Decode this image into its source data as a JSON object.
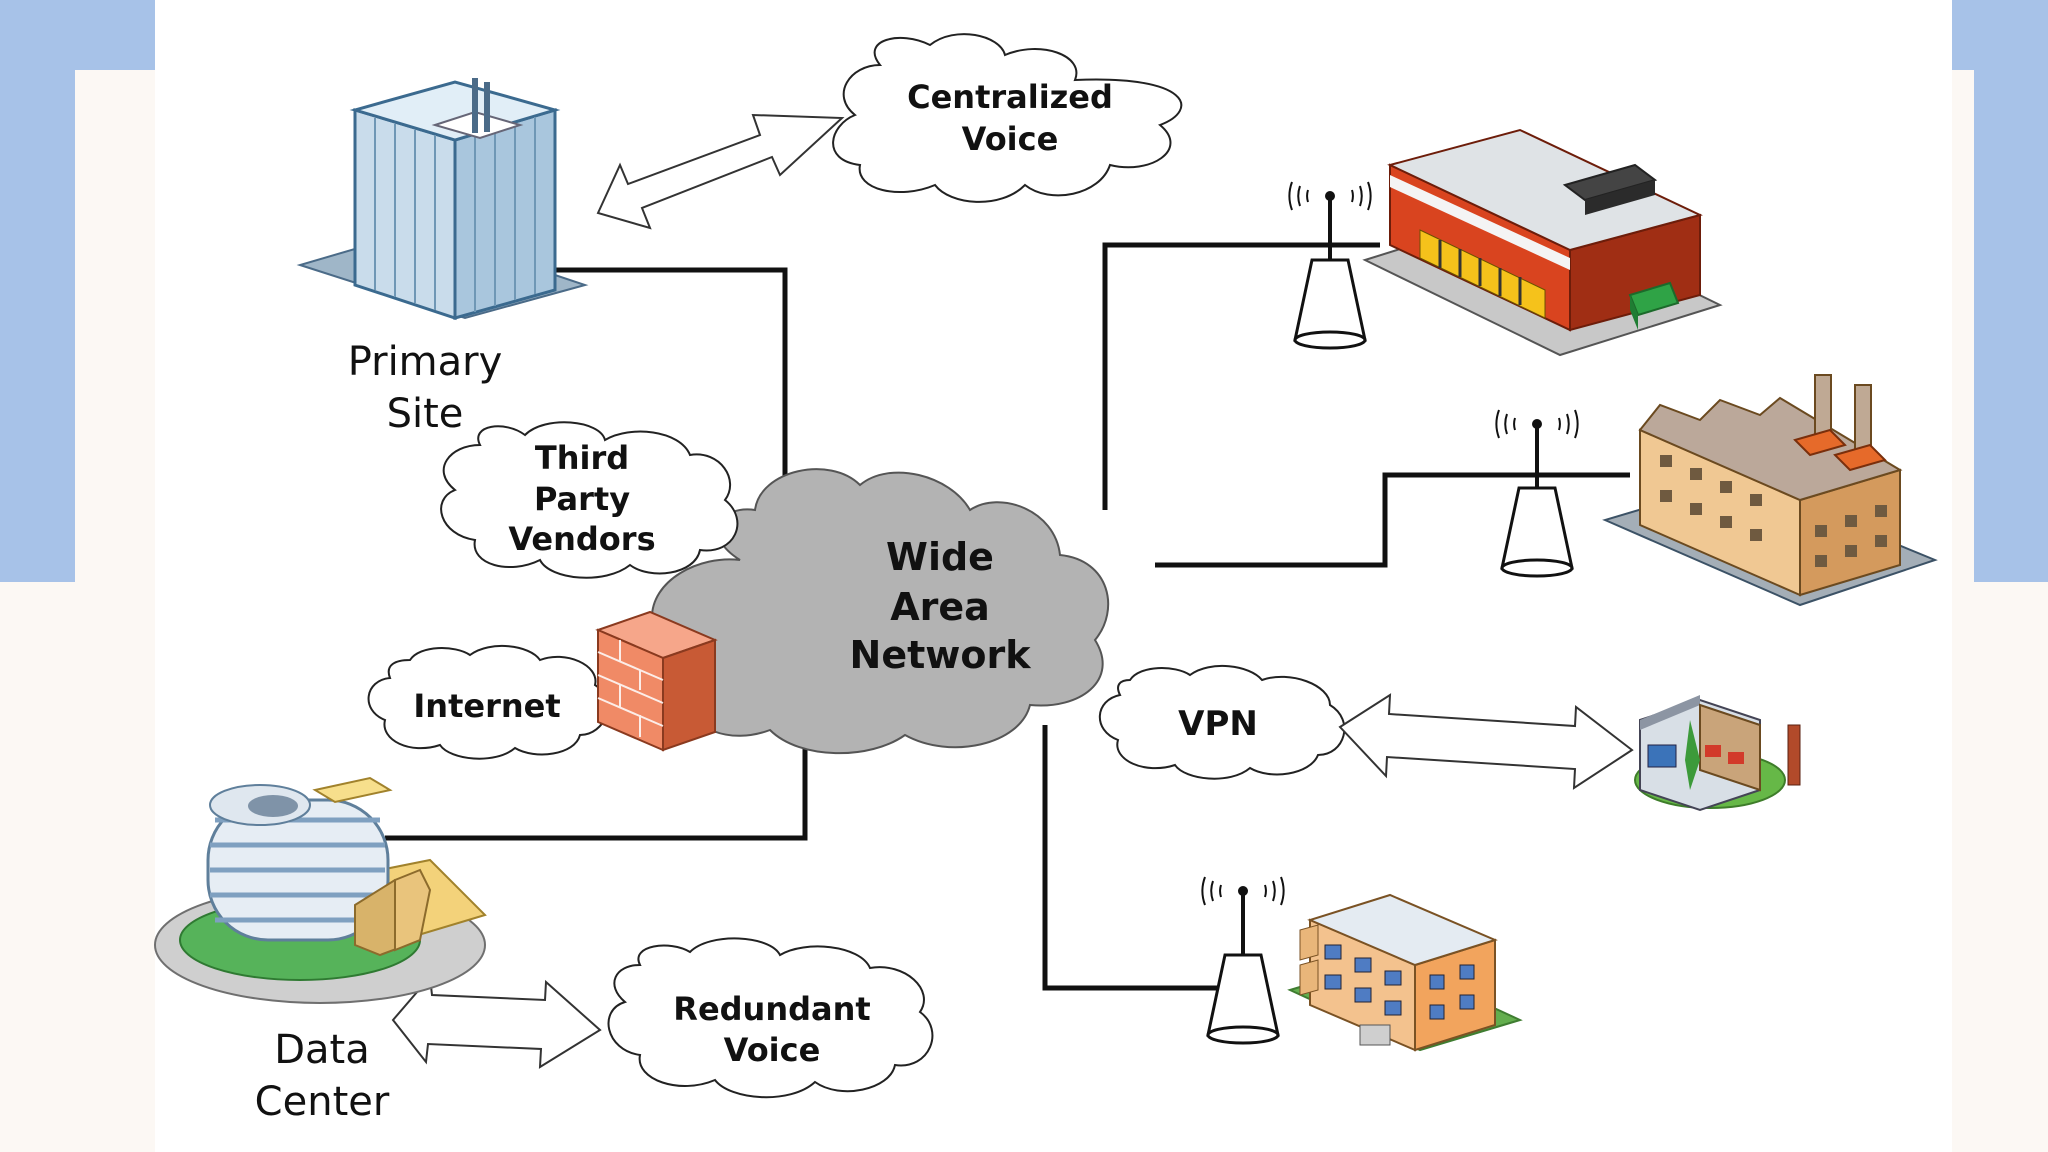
{
  "wan": {
    "line1": "Wide",
    "line2": "Area",
    "line3": "Network"
  },
  "clouds": {
    "centralized_voice": {
      "line1": "Centralized",
      "line2": "Voice"
    },
    "third_party": {
      "line1": "Third",
      "line2": "Party",
      "line3": "Vendors"
    },
    "internet": {
      "line1": "Internet"
    },
    "vpn": {
      "line1": "VPN"
    },
    "redundant_voice": {
      "line1": "Redundant",
      "line2": "Voice"
    }
  },
  "sites": {
    "primary_site": {
      "line1": "Primary",
      "line2": "Site"
    },
    "data_center": {
      "line1": "Data",
      "line2": "Center"
    }
  },
  "icons": [
    "office-tower-icon",
    "data-center-icon",
    "firewall-icon",
    "retail-store-icon",
    "factory-icon",
    "home-office-icon",
    "apartment-building-icon",
    "wireless-antenna-icon"
  ],
  "colors": {
    "wan_cloud": "#b3b3b3",
    "side_bands": "#a7c2e8",
    "link_lines": "#111111"
  }
}
